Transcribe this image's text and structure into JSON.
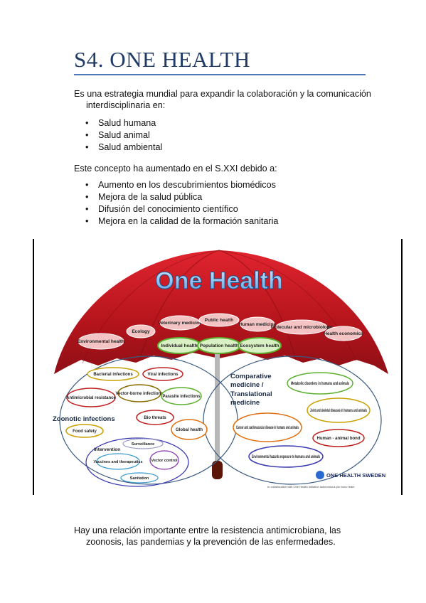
{
  "heading": "S4. ONE HEALTH",
  "intro": {
    "line1": "Es una estrategia mundial para expandir la colaboración y la comunicación",
    "line2": "interdisciplinaria en:"
  },
  "areas": [
    "Salud humana",
    "Salud animal",
    "Salud ambiental"
  ],
  "concept": "Este concepto ha aumentado en el S.XXI debido a:",
  "reasons": [
    "Aumento en los descubrimientos biomédicos",
    "Mejora de la salud pública",
    "Difusión del conocimiento científico",
    "Mejora en la calidad de la formación sanitaria"
  ],
  "diagram": {
    "title": "One Health",
    "umbrella_labels": [
      "Environmental health",
      "Ecology",
      "Veterinary medicine",
      "Public health",
      "Human medicine",
      "Molecular and microbiology",
      "Health economics"
    ],
    "green_labels": [
      "Individual health",
      "Population health",
      "Ecosystem health"
    ],
    "left_title": "Zoonotic infections",
    "left_items": [
      "Bacterial infections",
      "Viral infections",
      "Antimicrobial resistance",
      "Vector-borne infections",
      "Parasite infections",
      "Bio threats",
      "Food safety",
      "Global health"
    ],
    "intervention": {
      "title": "Intervention",
      "items": [
        "Surveillance",
        "Vaccines and therapeutics",
        "Vector control",
        "Sanitation"
      ]
    },
    "right_title_1": "Comparative",
    "right_title_2": "medicine /",
    "right_title_3": "Translational",
    "right_title_4": "medicine",
    "right_items": [
      "Metabolic disorders in humans and animals",
      "Joint and skeletal diseases in humans and animals",
      "Cancer and cardiovascular disease in humans and animals",
      "Human - animal bond",
      "Environmental hazards exposure to humans and animals"
    ],
    "logo": "ONE HEALTH SWEDEN",
    "credit": "In collaboration with One Health Initiative autonomous pro bono team"
  },
  "closing": {
    "line1": "Hay una relación importante entre la resistencia antimicrobiana, las",
    "line2": "zoonosis, las pandemias y la prevención de las enfermedades."
  }
}
